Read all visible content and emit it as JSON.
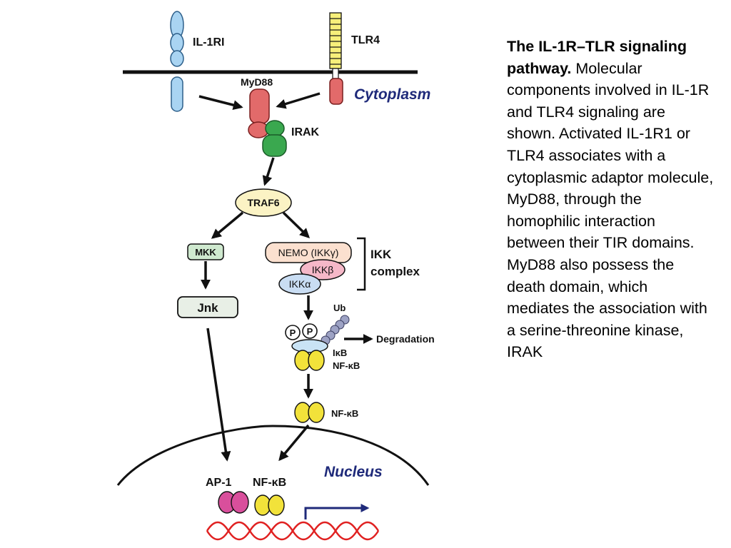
{
  "diagram": {
    "labels": {
      "il1ri": "IL-1RI",
      "tlr4": "TLR4",
      "myd88": "MyD88",
      "cytoplasm": "Cytoplasm",
      "irak": "IRAK",
      "traf6": "TRAF6",
      "mkk": "MKK",
      "jnk": "Jnk",
      "nemo": "NEMO (IKKγ)",
      "ikkb": "IKKβ",
      "ikka": "IKKα",
      "ikk_line1": "IKK",
      "ikk_line2": "complex",
      "ub": "Ub",
      "p1": "P",
      "p2": "P",
      "degradation": "Degradation",
      "ikb": "IκB",
      "nfkb_complex": "NF-κB",
      "nfkb_free": "NF-κB",
      "nucleus": "Nucleus",
      "ap1": "AP-1",
      "nfkb_nuclear": "NF-κB"
    },
    "colors": {
      "receptor_blue": "#a9d4f2",
      "myd88_red": "#e26a6a",
      "irak_green": "#3aa84f",
      "traf6_yellow": "#fbf3c4",
      "mkk_green": "#cfe9cf",
      "jnk_gray": "#e8efe6",
      "nemo_peach": "#fbe0cf",
      "ikkb_pink": "#f5b8c8",
      "ikka_blue": "#c9ddf3",
      "nfkb_yellow": "#f2e23a",
      "ap1_magenta": "#d94f9c",
      "ub_gray": "#9da2c4",
      "nucleus_blue": "#1f2a7a",
      "dna_red": "#e02020"
    }
  },
  "caption": {
    "title": "The IL-1R–TLR signaling pathway.",
    "body": "Molecular components involved in IL-1R and TLR4 signaling are shown. Activated IL-1R1 or TLR4 associates with a cytoplasmic adaptor molecule, MyD88, through the homophilic interaction between their TIR domains. MyD88 also possess the death domain, which mediates the association with a serine-threonine kinase, IRAK"
  }
}
